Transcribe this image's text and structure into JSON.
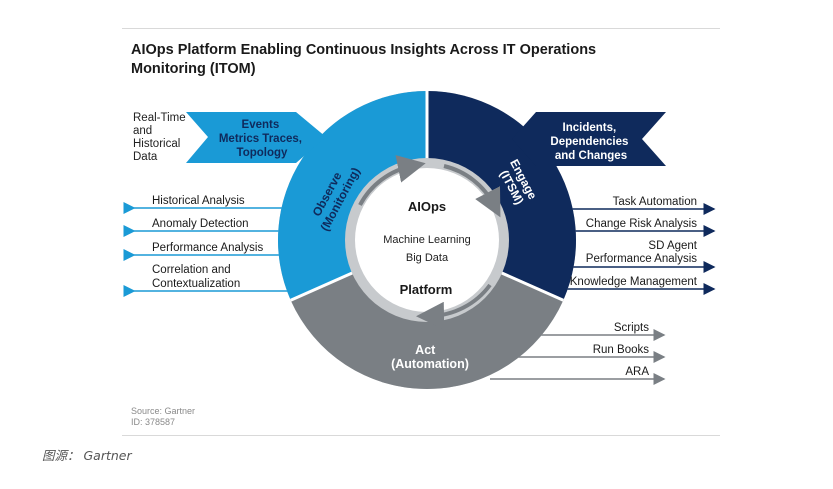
{
  "title_line1": "AIOps Platform Enabling Continuous Insights Across IT Operations",
  "title_line2": "Monitoring (ITOM)",
  "input_label_lines": [
    "Real-Time",
    "and",
    "Historical",
    "Data"
  ],
  "left_banner_lines": [
    "Events",
    "Metrics Traces,",
    "Topology"
  ],
  "right_banner_lines": [
    "Incidents,",
    "Dependencies",
    "and Changes"
  ],
  "observe_lines": [
    "Observe",
    "(Monitoring)"
  ],
  "engage_lines": [
    "Engage",
    "(ITSM)"
  ],
  "act_lines": [
    "Act",
    "(Automation)"
  ],
  "center": {
    "top": "AIOps",
    "middle_lines": [
      "Machine Learning",
      "Big Data"
    ],
    "bottom": "Platform"
  },
  "left_outputs": [
    [
      "Historical Analysis"
    ],
    [
      "Anomaly Detection"
    ],
    [
      "Performance Analysis"
    ],
    [
      "Correlation and",
      "Contextualization"
    ]
  ],
  "right_outputs": [
    [
      "Task Automation"
    ],
    [
      "Change Risk Analysis"
    ],
    [
      "SD Agent",
      "Performance Analysis"
    ],
    [
      "Knowledge Management"
    ]
  ],
  "act_outputs": [
    "Scripts",
    "Run Books",
    "ARA"
  ],
  "source_lines": [
    "Source: Gartner",
    "ID: 378587"
  ],
  "caption": "图源： Gartner",
  "colors": {
    "observe": "#1a9ad6",
    "engage": "#0f2a5c",
    "act": "#7a7f84",
    "ring": "#b3b7ba",
    "left_arrow": "#1a9ad6",
    "right_arrow": "#0f2a5c",
    "act_arrow": "#7a7f84"
  }
}
